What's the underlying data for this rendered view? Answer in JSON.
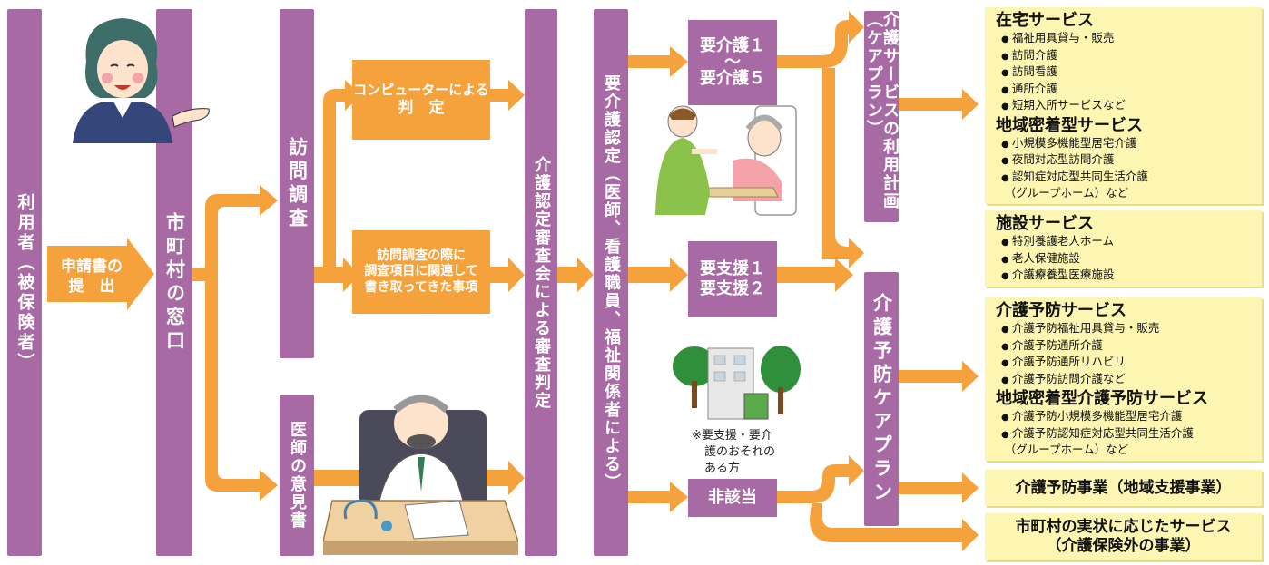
{
  "col_user": "利用者（被保険者）",
  "apply_arrow": {
    "line1": "申請書の",
    "line2": "提　出"
  },
  "col_municipal": "市町村の窓口",
  "col_visit": "訪問調査",
  "col_doctor": "医師の意見書",
  "box_computer": {
    "line1": "コンピューターによる",
    "line2": "判　定"
  },
  "box_visit_notes": {
    "line1": "訪問調査の際に",
    "line2": "調査項目に関連して",
    "line3": "書き取ってきた事項"
  },
  "col_committee": "介護認定審査会による審査判定",
  "col_certification": "要介護認定（医師、看護職員、福祉関係者による）",
  "box_care_levels": {
    "line1": "要介護１",
    "line2": "～",
    "line3": "要介護５"
  },
  "box_support_levels": {
    "line1": "要支援１",
    "line2": "要支援２"
  },
  "box_not_applicable": "非該当",
  "note_risk": {
    "line1": "※要支援・要介",
    "line2": "護のおそれの",
    "line3": "ある方"
  },
  "col_care_plan": "介護サービスの利用計画（ケアプラン）",
  "col_prevention_plan": "介護予防ケアプラン",
  "home_services": {
    "title": "在宅サービス",
    "items": [
      "福祉用具貸与・販売",
      "訪問介護",
      "訪問看護",
      "通所介護",
      "短期入所サービスなど"
    ]
  },
  "community_services": {
    "title": "地域密着型サービス",
    "items": [
      "小規模多機能型居宅介護",
      "夜間対応型訪問介護",
      "認知症対応型共同生活介護"
    ],
    "cont": "（グループホーム）など"
  },
  "facility_services": {
    "title": "施設サービス",
    "items": [
      "特別養護老人ホーム",
      "老人保健施設",
      "介護療養型医療施設"
    ]
  },
  "prevention_services": {
    "title": "介護予防サービス",
    "items": [
      "介護予防福祉用具貸与・販売",
      "介護予防通所介護",
      "介護予防通所リハビリ",
      "介護予防訪問介護など"
    ]
  },
  "community_prevention_services": {
    "title": "地域密着型介護予防サービス",
    "items": [
      "介護予防小規模多機能型居宅介護",
      "介護予防認知症対応型共同生活介護"
    ],
    "cont": "（グループホーム）など"
  },
  "prevention_project": "介護予防事業（地域支援事業）",
  "municipal_services": {
    "line1": "市町村の実状に応じたサービス",
    "line2": "（介護保険外の事業）"
  },
  "colors": {
    "purple": "#a86aa4",
    "orange": "#f5a23c",
    "yellow": "#fdf6b2"
  }
}
